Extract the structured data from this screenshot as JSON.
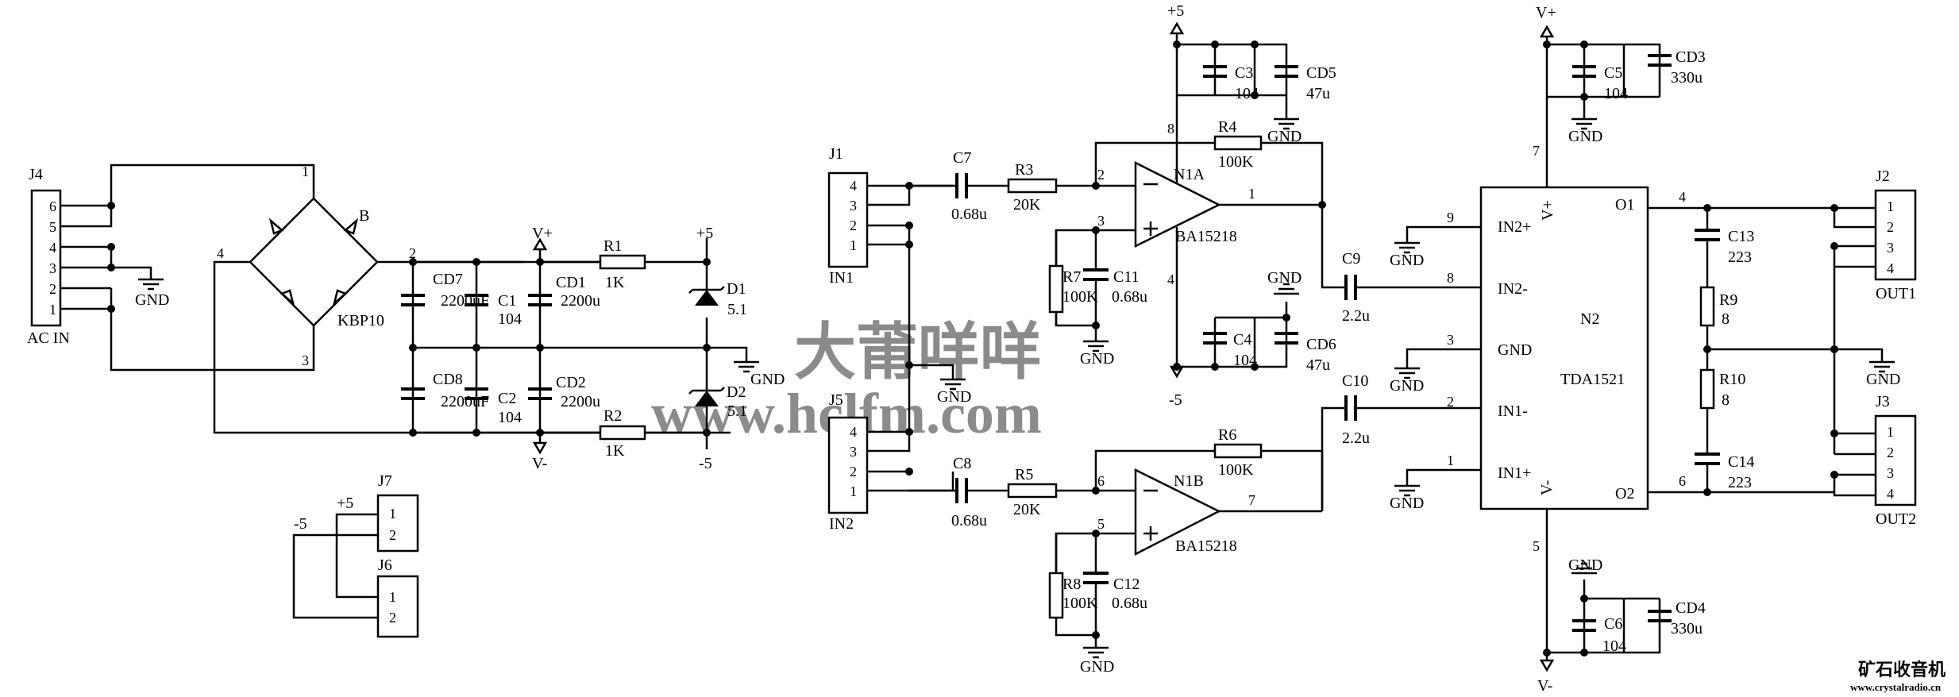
{
  "watermark": {
    "line1": "大莆咩咩",
    "line2": "www.hclfm.com",
    "corner_cn": "矿石收音机",
    "corner_url": "www.crystalradio.cn"
  },
  "conn": {
    "j4": "J4",
    "j4_name": "AC IN",
    "j7": "J7",
    "j6": "J6",
    "j1": "J1",
    "j1_name": "IN1",
    "j5": "J5",
    "j5_name": "IN2",
    "j2": "J2",
    "j2_name": "OUT1",
    "j3": "J3",
    "j3_name": "OUT2"
  },
  "pins": {
    "p1": "1",
    "p2": "2",
    "p3": "3",
    "p4": "4",
    "p5": "5",
    "p6": "6",
    "p7": "7",
    "p8": "8",
    "p9": "9"
  },
  "supply": {
    "bridge_ref": "B",
    "bridge_val": "KBP10",
    "cd7": "CD7",
    "cd7_val": "2200uF",
    "c1": "C1",
    "c1_val": "104",
    "cd1": "CD1",
    "cd1_val": "2200u",
    "cd8": "CD8",
    "cd8_val": "2200uF",
    "c2": "C2",
    "c2_val": "104",
    "cd2": "CD2",
    "cd2_val": "2200u",
    "r1": "R1",
    "r1_val": "1K",
    "r2": "R2",
    "r2_val": "1K",
    "d1": "D1",
    "d1_val": "5.1",
    "d2": "D2",
    "d2_val": "5.1"
  },
  "net": {
    "vplus": "V+",
    "vminus": "V-",
    "p5v": "+5",
    "m5v": "-5",
    "gnd": "GND"
  },
  "preamp": {
    "c7": "C7",
    "c7_val": "0.68u",
    "r3": "R3",
    "r3_val": "20K",
    "r4": "R4",
    "r4_val": "100K",
    "n1a": "N1A",
    "ic": "BA15218",
    "r7": "R7",
    "r7_val": "100K",
    "c11": "C11",
    "c11_val": "0.68u",
    "c3": "C3",
    "c3_val": "104",
    "cd5": "CD5",
    "cd5_val": "47u",
    "c4": "C4",
    "c4_val": "104",
    "cd6": "CD6",
    "cd6_val": "47u",
    "c8": "C8",
    "c8_val": "0.68u",
    "r5": "R5",
    "r5_val": "20K",
    "r6": "R6",
    "r6_val": "100K",
    "n1b": "N1B",
    "r8": "R8",
    "r8_val": "100K",
    "c12": "C12",
    "c12_val": "0.68u"
  },
  "power": {
    "c9": "C9",
    "c9_val": "2.2u",
    "c10": "C10",
    "c10_val": "2.2u",
    "n2": "N2",
    "ic": "TDA1521",
    "in2p": "IN2+",
    "in2m": "IN2-",
    "gnd": "GND",
    "in1m": "IN1-",
    "in1p": "IN1+",
    "vp": "V+",
    "vm": "V-",
    "o1": "O1",
    "o2": "O2",
    "c5": "C5",
    "c5_val": "104",
    "cd3": "CD3",
    "cd3_val": "330u",
    "c6": "C6",
    "c6_val": "104",
    "cd4": "CD4",
    "cd4_val": "330u",
    "c13": "C13",
    "c13_val": "223",
    "r9": "R9",
    "r9_val": "8",
    "r10": "R10",
    "r10_val": "8",
    "c14": "C14",
    "c14_val": "223"
  }
}
